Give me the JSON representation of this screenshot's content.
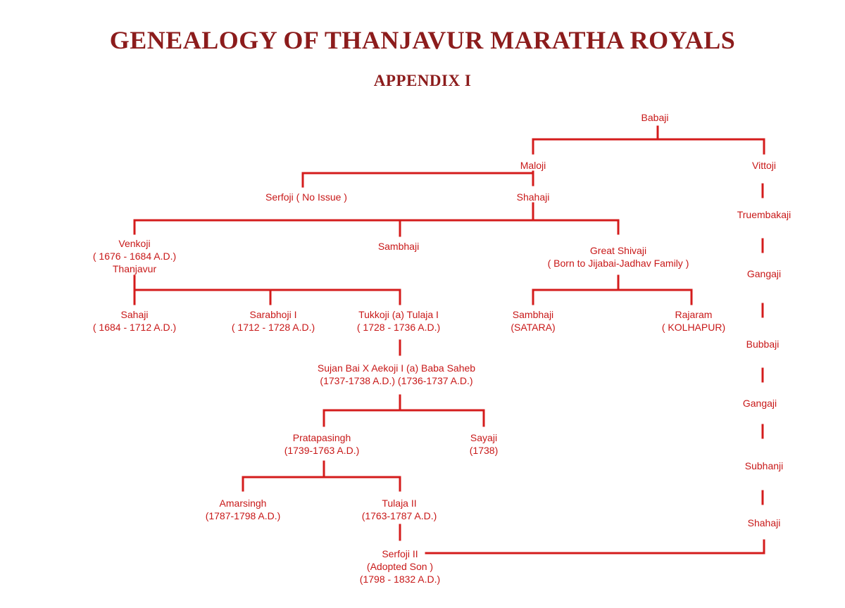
{
  "title": "GENEALOGY OF THANJAVUR MARATHA ROYALS",
  "subtitle": "APPENDIX I",
  "colors": {
    "title": "#8c1c1c",
    "text": "#c81818",
    "lines": "#d41c1c"
  },
  "nodes": {
    "babaji": {
      "lines": [
        "Babaji"
      ]
    },
    "maloji": {
      "lines": [
        "Maloji"
      ]
    },
    "vittoji": {
      "lines": [
        "Vittoji"
      ]
    },
    "serfoji_no_issue": {
      "lines": [
        "Serfoji ( No Issue )"
      ]
    },
    "shahaji": {
      "lines": [
        "Shahaji"
      ]
    },
    "truembakaji": {
      "lines": [
        "Truembakaji"
      ]
    },
    "venkoji": {
      "lines": [
        "Venkoji",
        "( 1676 - 1684 A.D.)",
        "Thanjavur"
      ]
    },
    "sambhaji": {
      "lines": [
        "Sambhaji"
      ]
    },
    "great_shivaji": {
      "lines": [
        "Great Shivaji",
        "( Born to Jijabai-Jadhav Family )"
      ]
    },
    "gangaji_1": {
      "lines": [
        "Gangaji"
      ]
    },
    "sahaji": {
      "lines": [
        "Sahaji",
        "( 1684 - 1712 A.D.)"
      ]
    },
    "sarabhoji_i": {
      "lines": [
        "Sarabhoji I",
        "( 1712 - 1728 A.D.)"
      ]
    },
    "tukkoji": {
      "lines": [
        "Tukkoji (a) Tulaja I",
        "( 1728 - 1736 A.D.)"
      ]
    },
    "sambhaji_satara": {
      "lines": [
        "Sambhaji",
        "(SATARA)"
      ]
    },
    "rajaram": {
      "lines": [
        "Rajaram",
        "( KOLHAPUR)"
      ]
    },
    "bubbaji": {
      "lines": [
        "Bubbaji"
      ]
    },
    "sujan_bai_aekoji": {
      "lines": [
        "Sujan Bai X Aekoji I (a) Baba Saheb",
        "(1737-1738 A.D.)   (1736-1737 A.D.)"
      ]
    },
    "gangaji_2": {
      "lines": [
        "Gangaji"
      ]
    },
    "pratapasingh": {
      "lines": [
        "Pratapasingh",
        "(1739-1763 A.D.)"
      ]
    },
    "sayaji": {
      "lines": [
        "Sayaji",
        "(1738)"
      ]
    },
    "subhanji": {
      "lines": [
        "Subhanji"
      ]
    },
    "amarsingh": {
      "lines": [
        "Amarsingh",
        "(1787-1798 A.D.)"
      ]
    },
    "tulaja_ii": {
      "lines": [
        "Tulaja II",
        "(1763-1787 A.D.)"
      ]
    },
    "shahaji_2": {
      "lines": [
        "Shahaji"
      ]
    },
    "serfoji_ii": {
      "lines": [
        "Serfoji II",
        "(Adopted Son )",
        "(1798 - 1832 A.D.)"
      ]
    }
  }
}
